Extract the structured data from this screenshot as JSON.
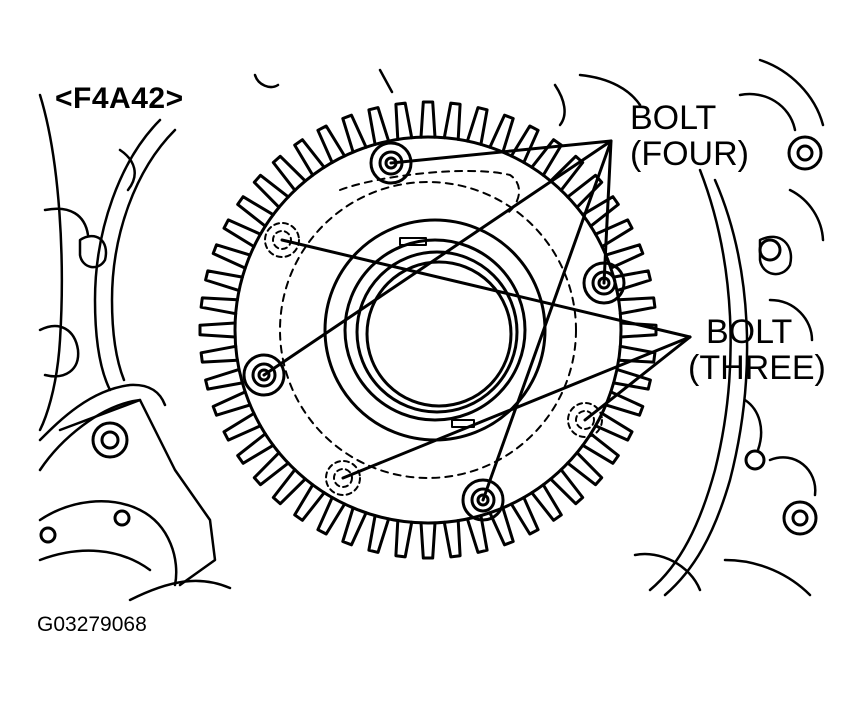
{
  "diagram": {
    "model_label": "<F4A42>",
    "callouts": {
      "bolt_four": {
        "line1": "BOLT",
        "line2": "(FOUR)"
      },
      "bolt_three": {
        "line1": "BOLT",
        "line2": "(THREE)"
      }
    },
    "figure_id": "G03279068",
    "gear_teeth": 52,
    "colors": {
      "ink": "#000000",
      "background": "#ffffff"
    }
  }
}
